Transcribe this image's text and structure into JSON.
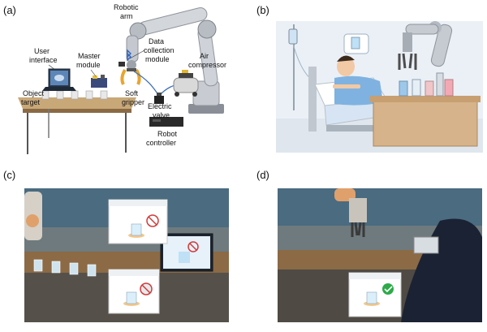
{
  "panels": {
    "a": {
      "label": "(a)",
      "annotations": {
        "robotic_arm": [
          "Robotic",
          "arm"
        ],
        "user_interface": [
          "User",
          "interface"
        ],
        "master_module": [
          "Master",
          "module"
        ],
        "data_collection": [
          "Data",
          "collection",
          "module"
        ],
        "air_compressor": [
          "Air",
          "compressor"
        ],
        "object_target": [
          "Object",
          "target"
        ],
        "soft_gripper": [
          "Soft",
          "gripper"
        ],
        "electric_valve": [
          "Electric",
          "valve"
        ],
        "robot_controller": [
          "Robot",
          "controller"
        ]
      }
    },
    "b": {
      "label": "(b)"
    },
    "c": {
      "label": "(c)"
    },
    "d": {
      "label": "(d)"
    }
  }
}
